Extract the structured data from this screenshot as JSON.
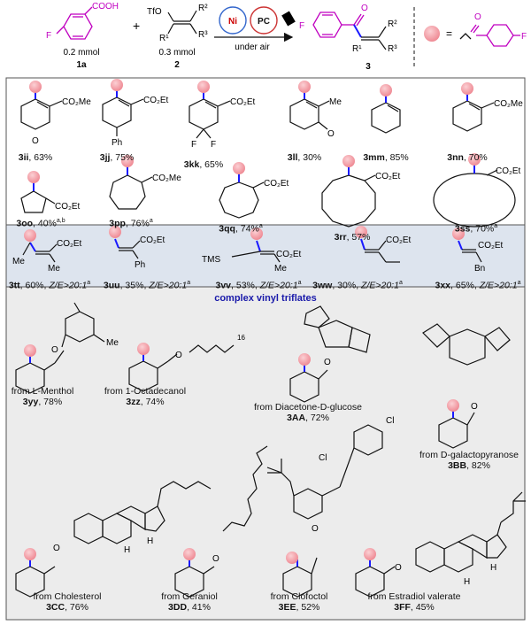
{
  "scheme": {
    "reagent1_amount": "0.2 mmol",
    "reagent1_id": "1a",
    "reagent2_amount": "0.3 mmol",
    "reagent2_id": "2",
    "plus": "+",
    "catalyst_ni": "Ni",
    "catalyst_pc": "PC",
    "condition": "under air",
    "product_id": "3",
    "equals": "=",
    "acid_group": "COOH",
    "otf": "TfO"
  },
  "section_title": "complex vinyl triflates",
  "products": [
    {
      "id": "3ii",
      "yld": "63%",
      "note": ""
    },
    {
      "id": "3jj",
      "yld": "75%",
      "note": ""
    },
    {
      "id": "3kk",
      "yld": "65%",
      "note": ""
    },
    {
      "id": "3ll",
      "yld": "30%",
      "note": ""
    },
    {
      "id": "3mm",
      "yld": "85%",
      "note": ""
    },
    {
      "id": "3nn",
      "yld": "70%",
      "note": ""
    },
    {
      "id": "3oo",
      "yld": "40%",
      "note": "a,b"
    },
    {
      "id": "3pp",
      "yld": "76%",
      "note": "a"
    },
    {
      "id": "3qq",
      "yld": "74%",
      "note": "a"
    },
    {
      "id": "3rr",
      "yld": "57%",
      "note": ""
    },
    {
      "id": "3ss",
      "yld": "70%",
      "note": "a"
    },
    {
      "id": "3tt",
      "yld": "60%",
      "ze": "Z/E>20:1",
      "note": "a"
    },
    {
      "id": "3uu",
      "yld": "35%",
      "ze": "Z/E>20:1",
      "note": "a"
    },
    {
      "id": "3vv",
      "yld": "53%",
      "ze": "Z/E>20:1",
      "note": "a"
    },
    {
      "id": "3ww",
      "yld": "30%",
      "ze": "Z/E>20:1",
      "note": "a"
    },
    {
      "id": "3xx",
      "yld": "65%",
      "ze": "Z/E>20:1",
      "note": "a"
    },
    {
      "id": "3yy",
      "yld": "78%",
      "from": "from L-Menthol"
    },
    {
      "id": "3zz",
      "yld": "74%",
      "from": "from 1-Octadecanol"
    },
    {
      "id": "3AA",
      "yld": "72%",
      "from": "from Diacetone-D-glucose"
    },
    {
      "id": "3BB",
      "yld": "82%",
      "from": "from D-galactopyranose"
    },
    {
      "id": "3CC",
      "yld": "76%",
      "from": "from Cholesterol"
    },
    {
      "id": "3DD",
      "yld": "41%",
      "from": "from Geraniol"
    },
    {
      "id": "3EE",
      "yld": "52%",
      "from": "from Clofoctol"
    },
    {
      "id": "3FF",
      "yld": "45%",
      "from": "from Estradiol valerate"
    }
  ],
  "atoms": {
    "co2me": "CO₂Me",
    "co2et": "CO₂Et",
    "me": "Me",
    "ph": "Ph",
    "f": "F",
    "o": "O",
    "tms": "TMS",
    "bn": "Bn",
    "cl": "Cl",
    "h": "H",
    "n16": "16",
    "r1": "R¹",
    "r2": "R²",
    "r3": "R³"
  },
  "colors": {
    "sphere": "#f4a0a8",
    "bond": "#1a1aff",
    "magenta": "#c000c0",
    "band": "#dde4ee",
    "gray": "#ececec",
    "ni": "#cc0000"
  }
}
